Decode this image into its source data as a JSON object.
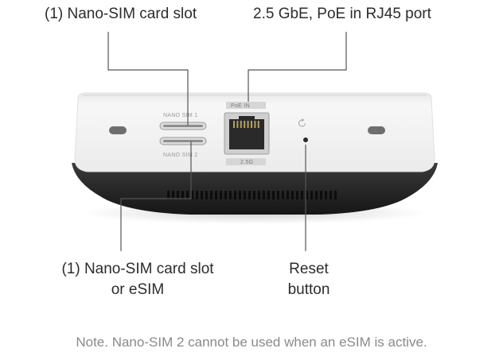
{
  "callouts": {
    "sim1": "(1) Nano-SIM card slot",
    "port": "2.5 GbE, PoE in RJ45 port",
    "sim2_line1": "(1) Nano-SIM card slot",
    "sim2_line2": "or eSIM",
    "reset_line1": "Reset",
    "reset_line2": "button"
  },
  "device": {
    "sim1_marking": "NANO SIM 1",
    "sim2_marking": "NANO SIM 2",
    "poe_marking": "PoE IN",
    "speed_marking": "2.5G"
  },
  "note": "Note. Nano-SIM 2 cannot be used when an eSIM is active.",
  "colors": {
    "device_body": "#f1f1f1",
    "device_base": "#232323",
    "leader_line": "#555555"
  }
}
